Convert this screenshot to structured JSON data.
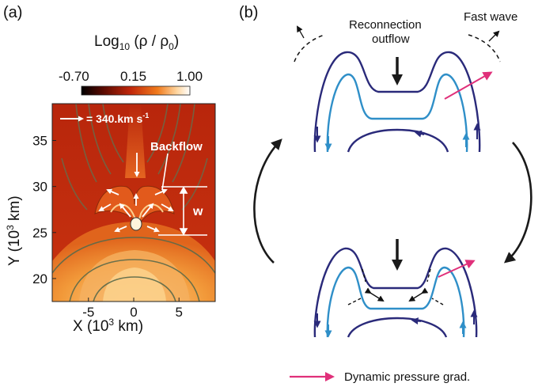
{
  "panel_a": {
    "label": "(a)",
    "colorbar": {
      "title_prefix": "Log",
      "title_sub": "10",
      "title_rest": " (ρ / ρ",
      "title_sub0": "0",
      "title_end": ")",
      "ticks": [
        "-0.70",
        "0.15",
        "1.00"
      ],
      "values": [
        -0.7,
        0.15,
        1.0
      ],
      "colors": [
        "#000000",
        "#5a0a00",
        "#c0260a",
        "#f07a1c",
        "#ffd6a0",
        "#ffffff"
      ]
    },
    "velocity_key": "= 340.km s",
    "velocity_key_exp": "-1",
    "backflow_label": "Backflow",
    "w_label": "w",
    "xlabel": "X (10",
    "xlabel_exp": "3",
    "xlabel_end": " km)",
    "ylabel": "Y (10",
    "ylabel_exp": "3",
    "ylabel_end": " km)",
    "xticks": [
      "-5",
      "0",
      "5"
    ],
    "xtick_values": [
      -5,
      0,
      5
    ],
    "yticks": [
      "35",
      "30",
      "25",
      "20"
    ],
    "ytick_values": [
      35,
      30,
      25,
      20
    ],
    "xlim": [
      -9,
      9
    ],
    "ylim": [
      17.5,
      39
    ]
  },
  "panel_b": {
    "label": "(b)",
    "outflow_line1": "Reconnection",
    "outflow_line2": "outflow",
    "fast_wave": "Fast wave",
    "legend_text": "Dynamic pressure grad.",
    "colors": {
      "dark_field": "#2a2a7a",
      "light_field": "#2f8fc8",
      "pressure_arrow": "#e0307a",
      "cycle_arrow": "#1a1a1a"
    }
  }
}
